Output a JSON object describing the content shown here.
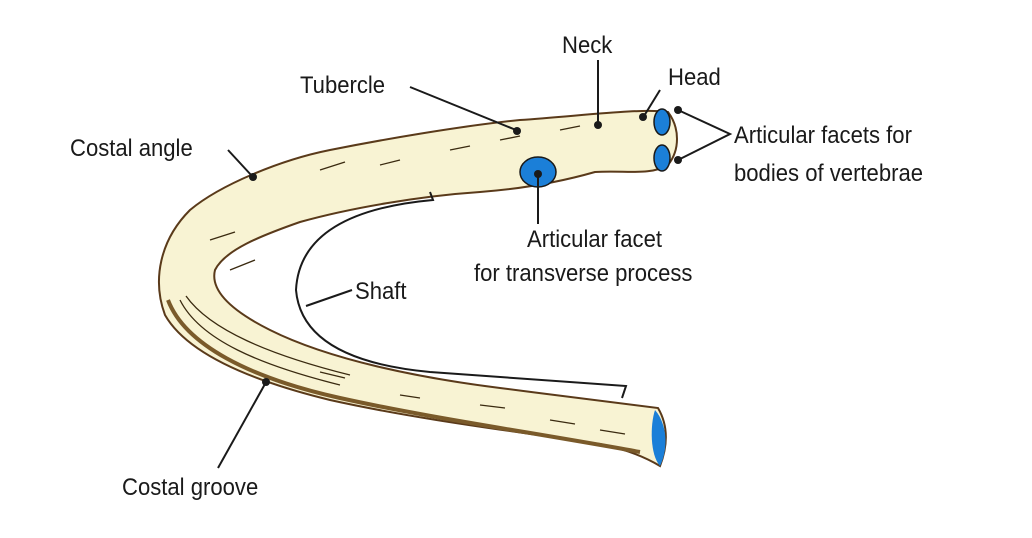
{
  "labels": {
    "neck": "Neck",
    "head": "Head",
    "tubercle": "Tubercle",
    "costal_angle": "Costal angle",
    "articular_facets_line1": "Articular facets for",
    "articular_facets_line2": "bodies of vertebrae",
    "articular_facet_line1": "Articular facet",
    "articular_facet_line2": "for transverse process",
    "shaft": "Shaft",
    "costal_groove": "Costal groove"
  },
  "colors": {
    "bone": "#f8f3d3",
    "facet": "#1b7fd8",
    "line": "#1a1a1a",
    "groove": "#7a5a2a"
  }
}
